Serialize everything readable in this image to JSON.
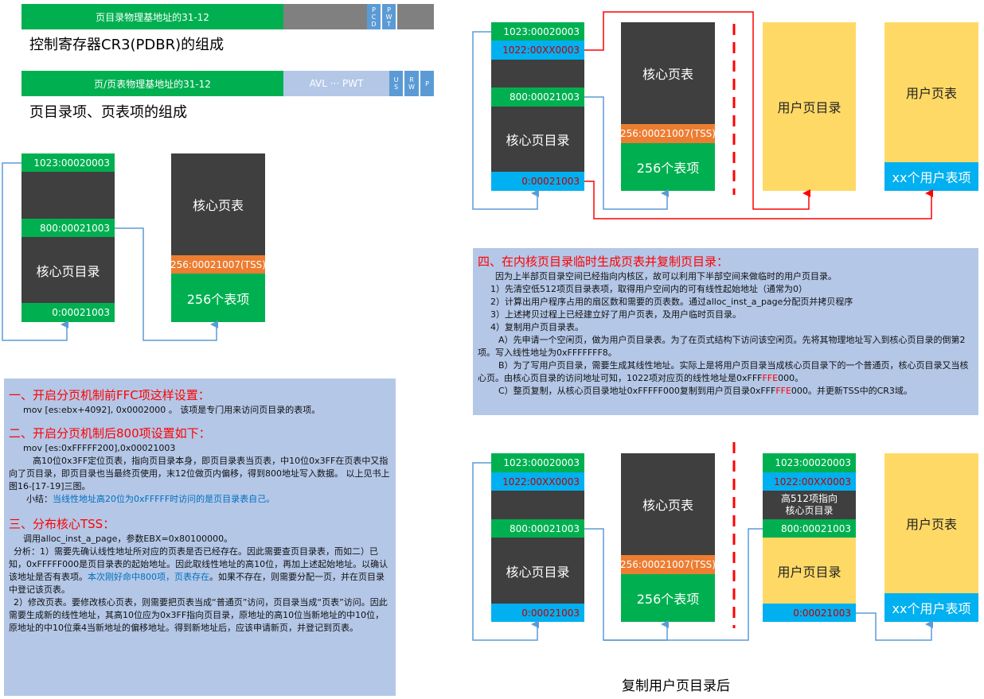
{
  "cr3": {
    "base_label": "页目录物理基地址的31-12",
    "flag_pcd": [
      "P",
      "C",
      "D"
    ],
    "flag_pwt": [
      "P",
      "W",
      "T"
    ],
    "caption": "控制寄存器CR3(PDBR)的组成"
  },
  "pde": {
    "base_label": "页/页表物理基地址的31-12",
    "avl_label": "AVL ··· PWT",
    "flag_us": [
      "U",
      "S"
    ],
    "flag_rw": [
      "R",
      "W"
    ],
    "flag_p": "P",
    "caption": "页目录项、页表项的组成"
  },
  "diagram_a": {
    "dir_entry_1023": "1023:00020003",
    "dir_entry_800": "800:00021003",
    "dir_label": "核心页目录",
    "dir_entry_0": "0:00021003",
    "table_label": "核心页表",
    "table_entry_256": "256:00021007(TSS)",
    "table_count": "256个表项"
  },
  "diagram_b": {
    "dir_entry_1023": "1023:00020003",
    "dir_entry_1022": "1022:00XX0003",
    "dir_entry_800": "800:00021003",
    "dir_label": "核心页目录",
    "dir_entry_0": "0:00021003",
    "table_label": "核心页表",
    "table_entry_256": "256:00021007(TSS)",
    "table_count": "256个表项",
    "user_dir_label": "用户页目录",
    "user_table_label": "用户页表",
    "user_table_count": "xx个用户表项"
  },
  "diagram_c": {
    "dir_entry_1023": "1023:00020003",
    "dir_entry_1022": "1022:00XX0003",
    "dir_entry_800": "800:00021003",
    "dir_label": "核心页目录",
    "dir_entry_0": "0:00021003",
    "table_label": "核心页表",
    "table_entry_256": "256:00021007(TSS)",
    "table_count": "256个表项",
    "user_dir_entry_1023": "1023:00020003",
    "user_dir_entry_1022": "1022:00XX0003",
    "user_dir_high": "高512项指向\n核心页目录",
    "user_dir_entry_800": "800:00021003",
    "user_dir_label": "用户页目录",
    "user_dir_entry_0": "0:00021003",
    "user_table_label": "用户页表",
    "user_table_count": "xx个用户表项",
    "caption": "复制用户页目录后"
  },
  "note_left": {
    "h1": "一、开启分页机制前FFC项这样设置：",
    "l1": "mov [es:ebx+4092],    0x0002000 。   该项是专门用来访问页目录的表项。",
    "h2": "二、开启分页机制后800项设置如下：",
    "l2": "mov [es:0xFFFFF200],0x00021003",
    "l3": "高10位0x3FF定位页表，指向页目录本身，即页目录表当页表，中10位0x3FF在页表中又指向了页目录，即页目录也当最终页使用，末12位做页内偏移，得到800地址写入数据。        以上见书上图16-[17-19]三图。",
    "l4a": "小结：",
    "l4b": "当线性地址高20位为0xFFFFF时访问的是页目录表自己。",
    "h3": "三、分布核心TSS：",
    "l5": "调用alloc_inst_a_page，参数EBX=0x80100000。",
    "l6a": "分析：1）需要先确认线性地址所对应的页表是否已经存在。因此需要查页目录表，而如二）已知，0xFFFFF000是页目录表的起始地址。因此取线性地址的高10位，再加上述起始地址。以确认该地址是否有表项。",
    "l6b": "本次刚好命中800项，页表存在",
    "l6c": "。如果不存在，则需要分配一页，并在页目录中登记该页表。",
    "l7": "2）修改页表。要修改核心页表，则需要把页表当成“普通页”访问，页目录当成“页表”访问。因此需要生成新的线性地址，其高10位应为0x3FF指向页目录，原地址的高10位当新地址的中10位，原地址的中10位乘4当新地址的偏移地址。得到新地址后，应该申请新页，并登记到页表。"
  },
  "note_right": {
    "h": "四、在内核页目录临时生成页表并复制页目录：",
    "p0": "因为上半部页目录空间已经指向内核区，故可以利用下半部空间来做临时的用户页目录。",
    "p1": "1）先清空低512项页目录表项，取得用户空间内的可有线性起始地址（通常为0）",
    "p2": "2）计算出用户程序占用的扇区数和需要的页表数。通过alloc_inst_a_page分配页并拷贝程序",
    "p3": "3）上述拷贝过程上已经建立好了用户页表，及用户临时页目录。",
    "p4": "4）复制用户页目录表。",
    "pa": "A）先申请一个空闲页，做为用户页目录表。为了在页式结构下访问该空闲页。先将其物理地址写入到核心页目录的倒第2项。写入线性地址为0xFFFFFFF8。",
    "pb1": "B）为了写用户页目录，需要生成其线性地址。实际上是将用户页目录当成核心页目录下的一个普通页，核心页目录又当核心页。由核心页目录的访问地址可知，1022项对应页的线性地址是0xFFF",
    "pb2": "FFE",
    "pb3": "000。",
    "pc1": "C）整页复制，从核心页目录地址0xFFFFF000复制到用户页目录0xFFF",
    "pc2": "FFE",
    "pc3": "000。并更新TSS中的CR3域。"
  },
  "colors": {
    "green": "#00b050",
    "dark": "#3f3f3f",
    "blue": "#00b0f0",
    "orange": "#ed7d31",
    "yellow": "#ffd966",
    "note_bg": "#b4c7e7",
    "red": "#ff0000"
  }
}
